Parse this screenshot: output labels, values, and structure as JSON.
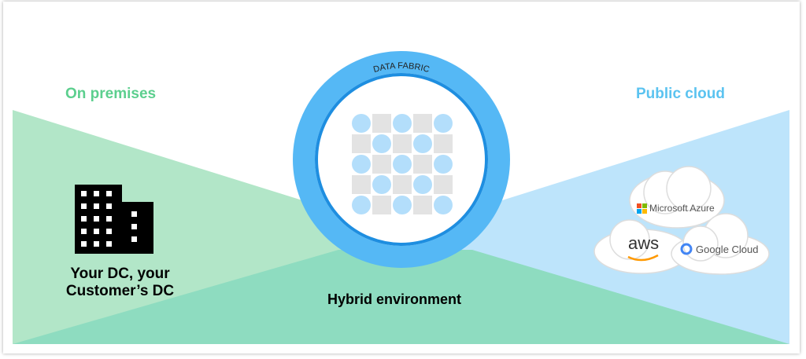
{
  "left": {
    "title": "On premises",
    "caption_line1": "Your DC, your",
    "caption_line2": "Customer’s DC"
  },
  "center": {
    "ring_label": "DATA FABRIC",
    "caption": "Hybrid environment"
  },
  "right": {
    "title": "Public cloud",
    "providers": [
      "Microsoft Azure",
      "aws",
      "Google Cloud"
    ]
  },
  "colors": {
    "green_title": "#5ccf8e",
    "blue_title": "#5bc3f0",
    "ring": "#55b8f5",
    "ring_dark": "#1e8ee0",
    "green_area": "#b2e6c8",
    "teal_area": "#8edcc0",
    "blue_area": "#bde4fb"
  }
}
